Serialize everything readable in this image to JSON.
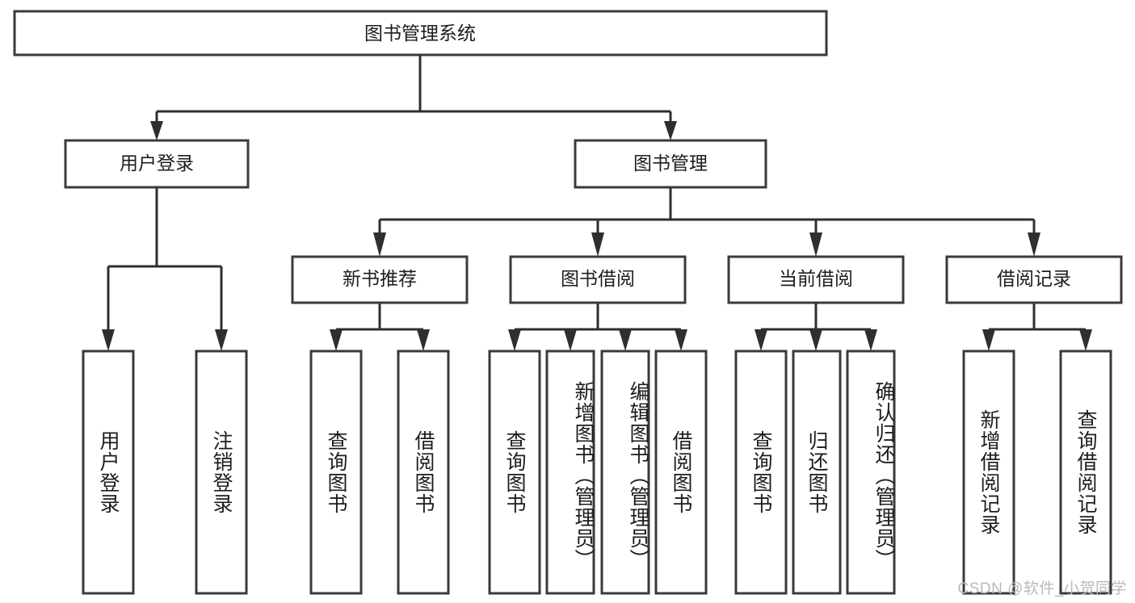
{
  "diagram": {
    "title": "图书管理系统",
    "type": "tree",
    "orientation": "top-down",
    "stroke_color": "#3a3a3a",
    "text_color": "#1d1d1d",
    "background": "#ffffff",
    "root": {
      "label": "图书管理系统"
    },
    "level2": [
      {
        "label": "用户登录"
      },
      {
        "label": "图书管理"
      }
    ],
    "level3": [
      {
        "label": "新书推荐"
      },
      {
        "label": "图书借阅"
      },
      {
        "label": "当前借阅"
      },
      {
        "label": "借阅记录"
      }
    ],
    "leaves": {
      "user_login": [
        {
          "label": "用户登录"
        },
        {
          "label": "注销登录"
        }
      ],
      "new_book_recommend": [
        {
          "label": "查询图书"
        },
        {
          "label": "借阅图书"
        }
      ],
      "book_borrow": [
        {
          "label": "查询图书"
        },
        {
          "label": "新增图书（管理员）"
        },
        {
          "label": "编辑图书（管理员）"
        },
        {
          "label": "借阅图书"
        }
      ],
      "current_borrow": [
        {
          "label": "查询图书"
        },
        {
          "label": "归还图书"
        },
        {
          "label": "确认归还（管理员）"
        }
      ],
      "borrow_record": [
        {
          "label": "新增借阅记录"
        },
        {
          "label": "查询借阅记录"
        }
      ]
    },
    "watermark": "CSDN @软件_小贺同学"
  }
}
